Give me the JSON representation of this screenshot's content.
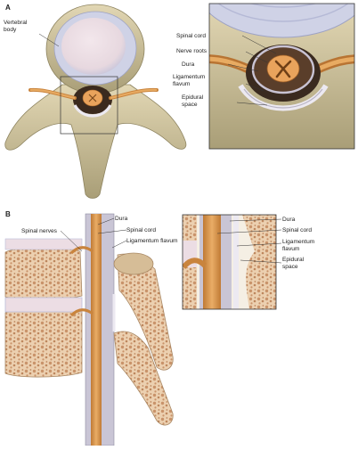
{
  "panel_a": {
    "letter": "A",
    "labels": {
      "vertebral_body": [
        "Vertebral",
        "body"
      ],
      "spinal_cord": "Spinal cord",
      "nerve_roots": "Nerve roots",
      "dura": "Dura",
      "ligamentum_flavum": [
        "Ligamentum",
        "flavum"
      ],
      "epidural_space": [
        "Epidural",
        "space"
      ]
    }
  },
  "panel_b": {
    "letter": "B",
    "labels": {
      "spinal_nerves": "Spinal nerves",
      "dura": "Dura",
      "spinal_cord": "Spinal cord",
      "ligamentum_flavum": "Ligamentum flavum"
    },
    "inset_labels": {
      "dura": "Dura",
      "spinal_cord": "Spinal cord",
      "ligamentum_flavum": [
        "Ligamentum",
        "flavum"
      ],
      "epidural_space": [
        "Epidural",
        "space"
      ]
    }
  },
  "colors": {
    "bone": "#d6c9a2",
    "bone_shade": "#a89d74",
    "disc": "#d9dcec",
    "nerve": "#d89a54",
    "dura": "#b9b4c4",
    "cancellous": "#e8c9a6"
  }
}
